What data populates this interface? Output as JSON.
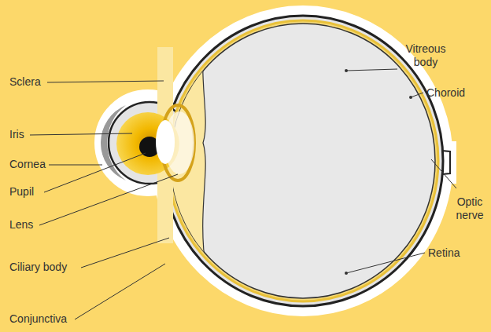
{
  "diagram": {
    "labels": [
      "Sclera",
      "Iris",
      "Cornea",
      "Pupil",
      "Lens",
      "Ciliary body",
      "Conjunctiva",
      "Vitreous body",
      "Choroid",
      "Optic nerve",
      "Retina"
    ]
  }
}
